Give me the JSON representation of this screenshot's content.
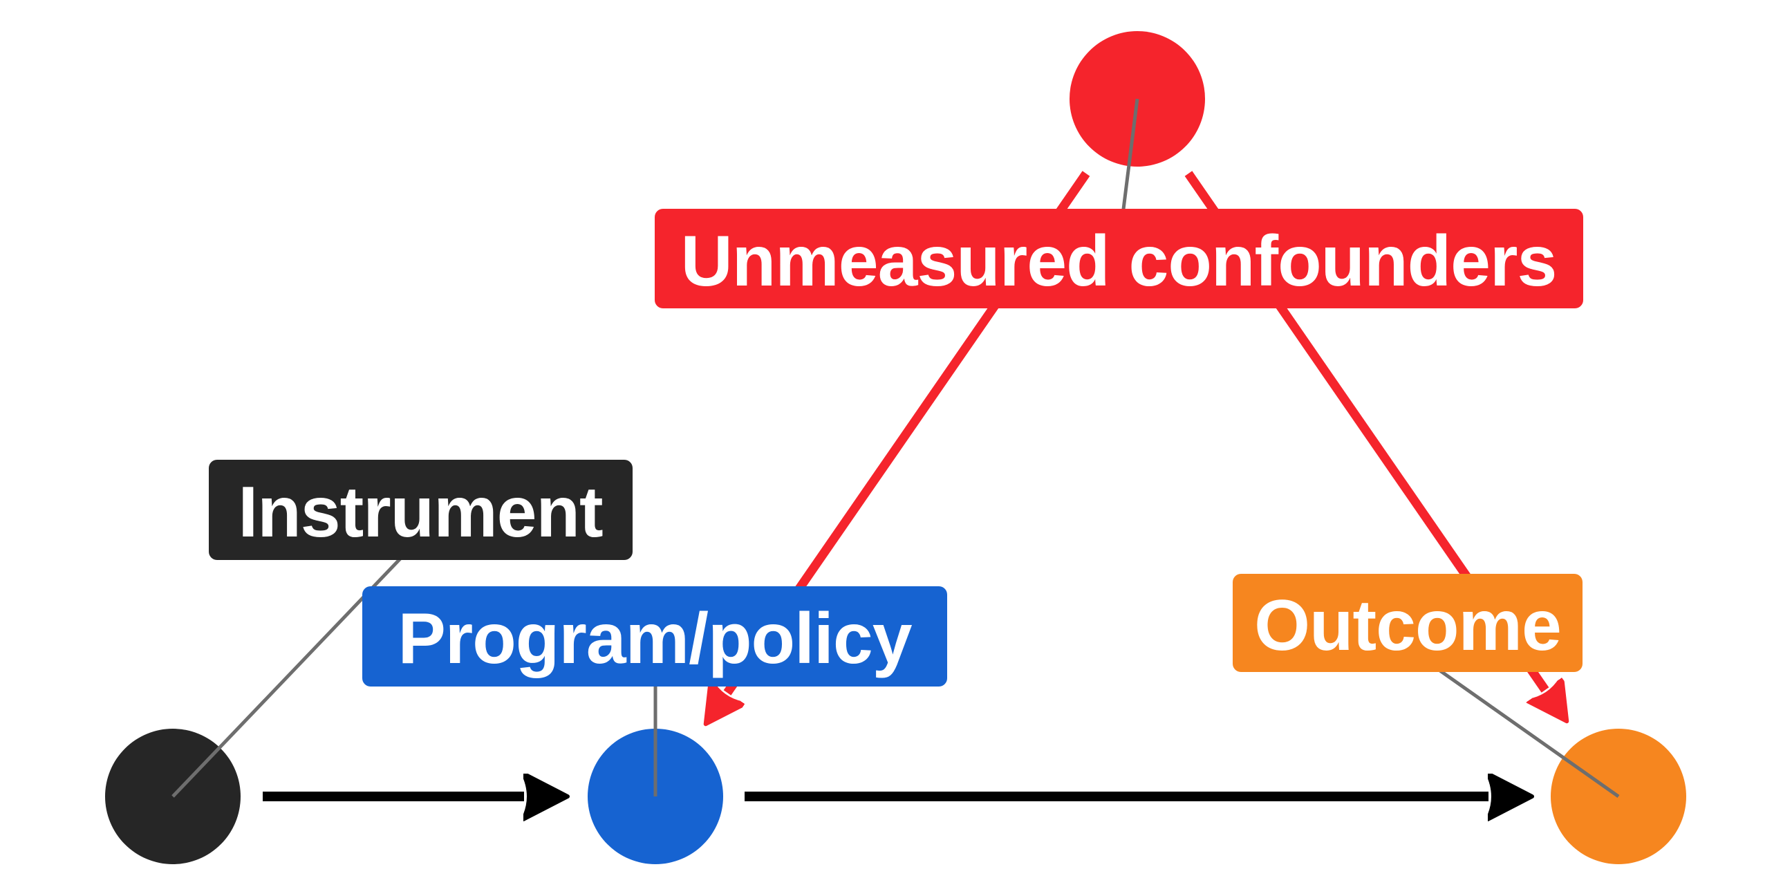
{
  "diagram": {
    "kind": "causal-dag",
    "background": "#FFFFFF",
    "leader_line_color": "#6E6E6E",
    "arrow_color_black": "#000000",
    "nodes": [
      {
        "id": "instrument",
        "label": "Instrument",
        "color": "#262626"
      },
      {
        "id": "program",
        "label": "Program/policy",
        "color": "#1663D1"
      },
      {
        "id": "outcome",
        "label": "Outcome",
        "color": "#F6861F"
      },
      {
        "id": "confounders",
        "label": "Unmeasured confounders",
        "color": "#F5242C"
      }
    ],
    "edges": [
      {
        "from": "instrument",
        "to": "program",
        "color": "#000000",
        "note": "instrument affects program/policy"
      },
      {
        "from": "program",
        "to": "outcome",
        "color": "#000000",
        "note": "program/policy affects outcome"
      },
      {
        "from": "confounders",
        "to": "program",
        "color": "#F5242C",
        "note": "unmeasured confounders affect program/policy"
      },
      {
        "from": "confounders",
        "to": "outcome",
        "color": "#F5242C",
        "note": "unmeasured confounders affect outcome"
      }
    ]
  }
}
